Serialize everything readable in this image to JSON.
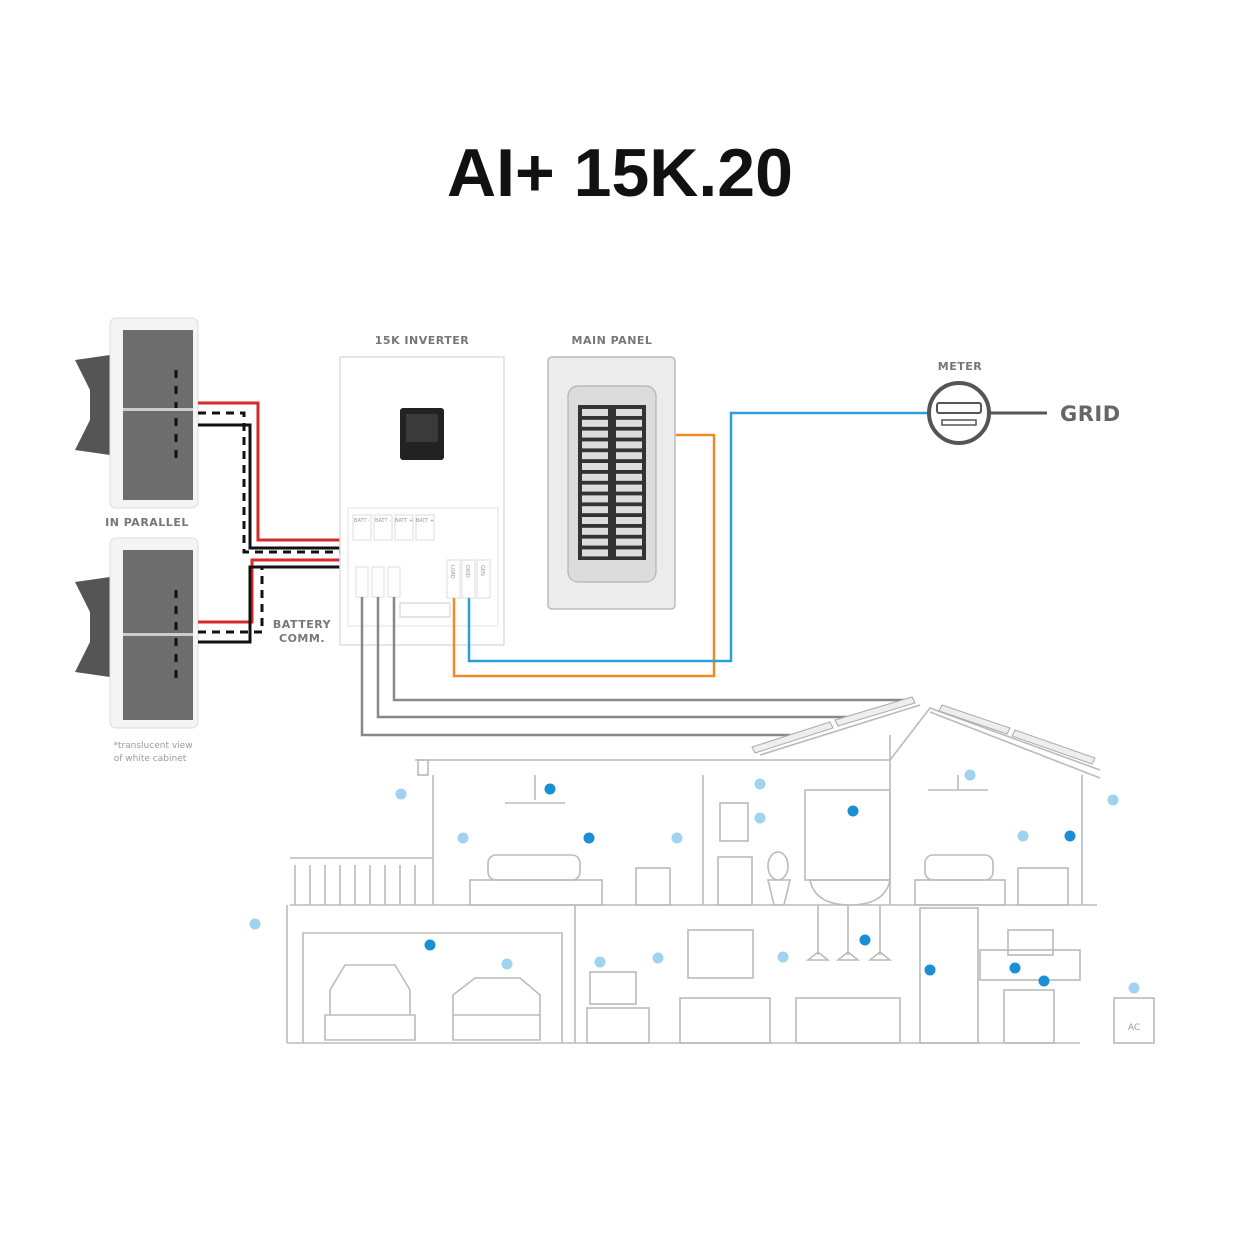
{
  "title": "AI+ 15K.20",
  "labels": {
    "inverter": "15K INVERTER",
    "main_panel": "MAIN PANEL",
    "meter": "METER",
    "grid": "GRID",
    "in_parallel": "IN PARALLEL",
    "battery_comm_1": "BATTERY",
    "battery_comm_2": "COMM.",
    "note_1": "*translucent view",
    "note_2": "of white cabinet",
    "ac": "AC"
  },
  "terminals": {
    "batt": [
      "BATT -",
      "BATT -",
      "BATT +",
      "BATT +"
    ],
    "output": [
      "LOAD",
      "GRID",
      "GEN"
    ]
  },
  "colors": {
    "dc_positive": "#d62b2b",
    "dc_negative": "#111111",
    "load": "#f08a24",
    "grid": "#2a9fd8",
    "pv": "#888888",
    "light": "#9fd3ef",
    "light_on": "#1a8fd6"
  }
}
